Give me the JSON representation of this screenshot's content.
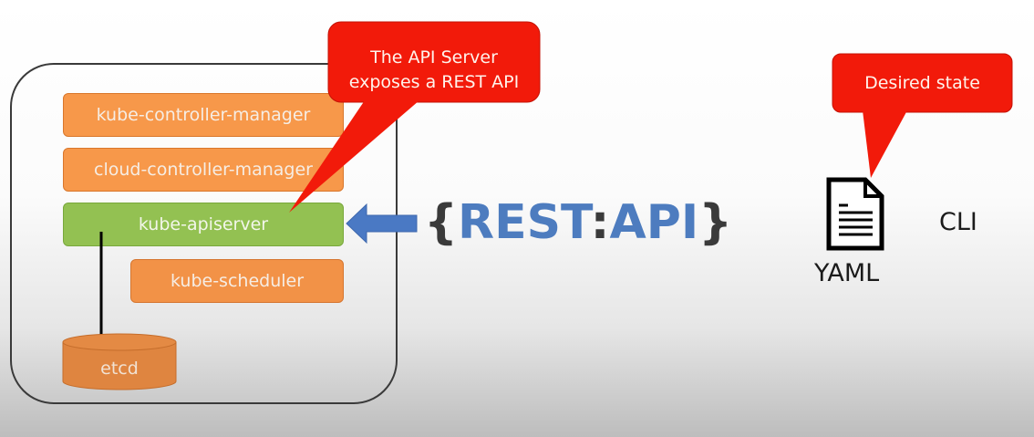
{
  "control_plane": {
    "components": [
      {
        "name": "kube-controller-manager",
        "color": "#f7984a"
      },
      {
        "name": "cloud-controller-manager",
        "color": "#f7984a"
      },
      {
        "name": "kube-apiserver",
        "color": "#93c152"
      },
      {
        "name": "kube-scheduler",
        "color": "#f29247"
      }
    ],
    "datastore": {
      "name": "etcd",
      "color": "#df8540"
    }
  },
  "callouts": {
    "api_server": {
      "line1": "The API Server",
      "line2": "exposes a REST API",
      "color": "#f21a0a"
    },
    "desired_state": {
      "text": "Desired state",
      "color": "#f21a0a"
    }
  },
  "rest_api": {
    "open_brace": "{",
    "rest": "REST",
    "colon": ":",
    "api": "API",
    "close_brace": "}",
    "color": "#4d7cbf"
  },
  "yaml": {
    "label": "YAML",
    "icon": "document-icon"
  },
  "cli": {
    "label": "CLI"
  }
}
